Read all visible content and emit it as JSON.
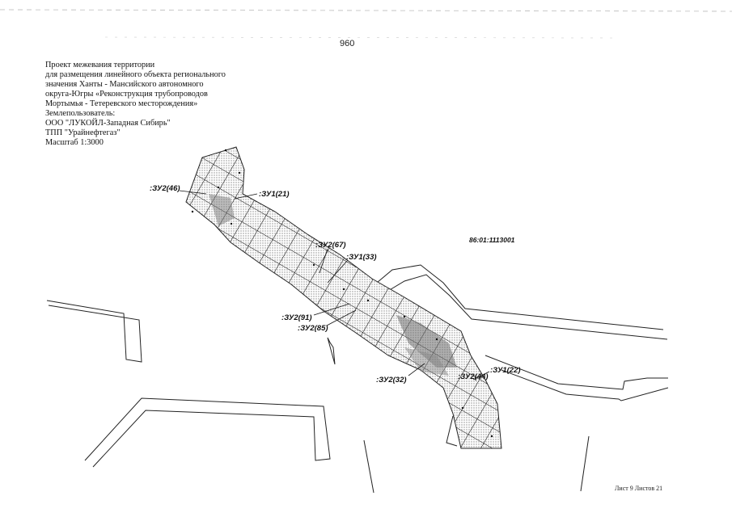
{
  "page_number": "960",
  "title_block": {
    "lines": [
      "Проект межевания территории",
      "для размещения линейного объекта регионального",
      "значения Ханты - Мансийского автономного",
      "округа-Югры «Реконструкция трубопроводов",
      "Мортымья - Тетеревского месторождения»",
      "Землепользователь:",
      "ООО \"ЛУКОЙЛ-Западная Сибирь\"",
      "ТПП \"Урайнефтегаз\"",
      "Масштаб 1:3000"
    ]
  },
  "map": {
    "cadastral_quarter": "86:01:1113001",
    "labels": {
      "zu2_46": ":ЗУ2(46)",
      "zu1_21": ":ЗУ1(21)",
      "zu2_67": ":ЗУ2(67)",
      "zu1_33": ":ЗУ1(33)",
      "zu2_91": ":ЗУ2(91)",
      "zu2_85": ":ЗУ2(85)",
      "zu2_32": ":ЗУ2(32)",
      "zu2_44": ":ЗУ2(44)",
      "zu1_22": ":ЗУ1(22)"
    }
  },
  "footer": {
    "sheet": "Лист 9 Листов 21"
  }
}
